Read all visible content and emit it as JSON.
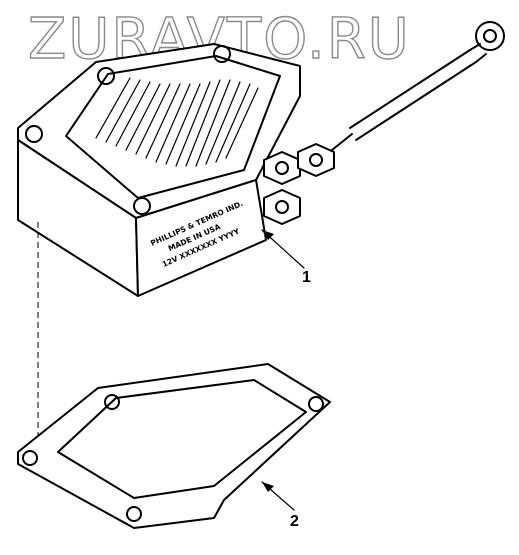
{
  "watermark": "ZURAVTO.RU",
  "part_stamp": {
    "line1": "PHILLIPS & TEMRO IND.",
    "line2": "MADE IN USA",
    "line3": "12V  XXXXXXX  YYYY"
  },
  "callouts": [
    {
      "id": "heater",
      "label": "1"
    },
    {
      "id": "gasket",
      "label": "2"
    }
  ]
}
